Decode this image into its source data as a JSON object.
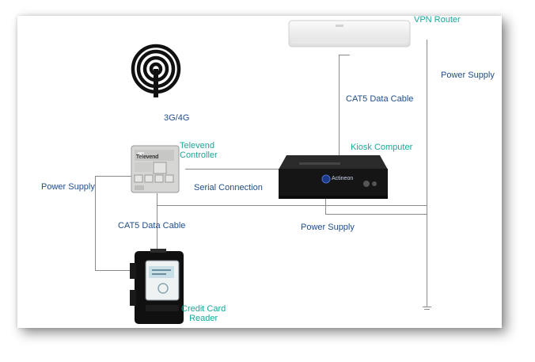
{
  "labels": {
    "vpn_router": "VPN Router",
    "power_supply_right": "Power Supply",
    "cat5_top": "CAT5 Data Cable",
    "kiosk_computer": "Kiosk Computer",
    "net_3g4g": "3G/4G",
    "televend_controller": "Televend\nController",
    "serial_connection": "Serial Connection",
    "power_supply_left": "Power Supply",
    "cat5_bottom": "CAT5 Data Cable",
    "power_supply_bottom": "Power Supply",
    "credit_card_reader": "Credit Card\nReader"
  },
  "devices": {
    "controller_brand": "Televend",
    "kiosk_brand": "Actineon"
  },
  "colors": {
    "label_blue": "#1f4e8c",
    "label_teal": "#1aa79a",
    "wire": "#8a8a8a"
  }
}
